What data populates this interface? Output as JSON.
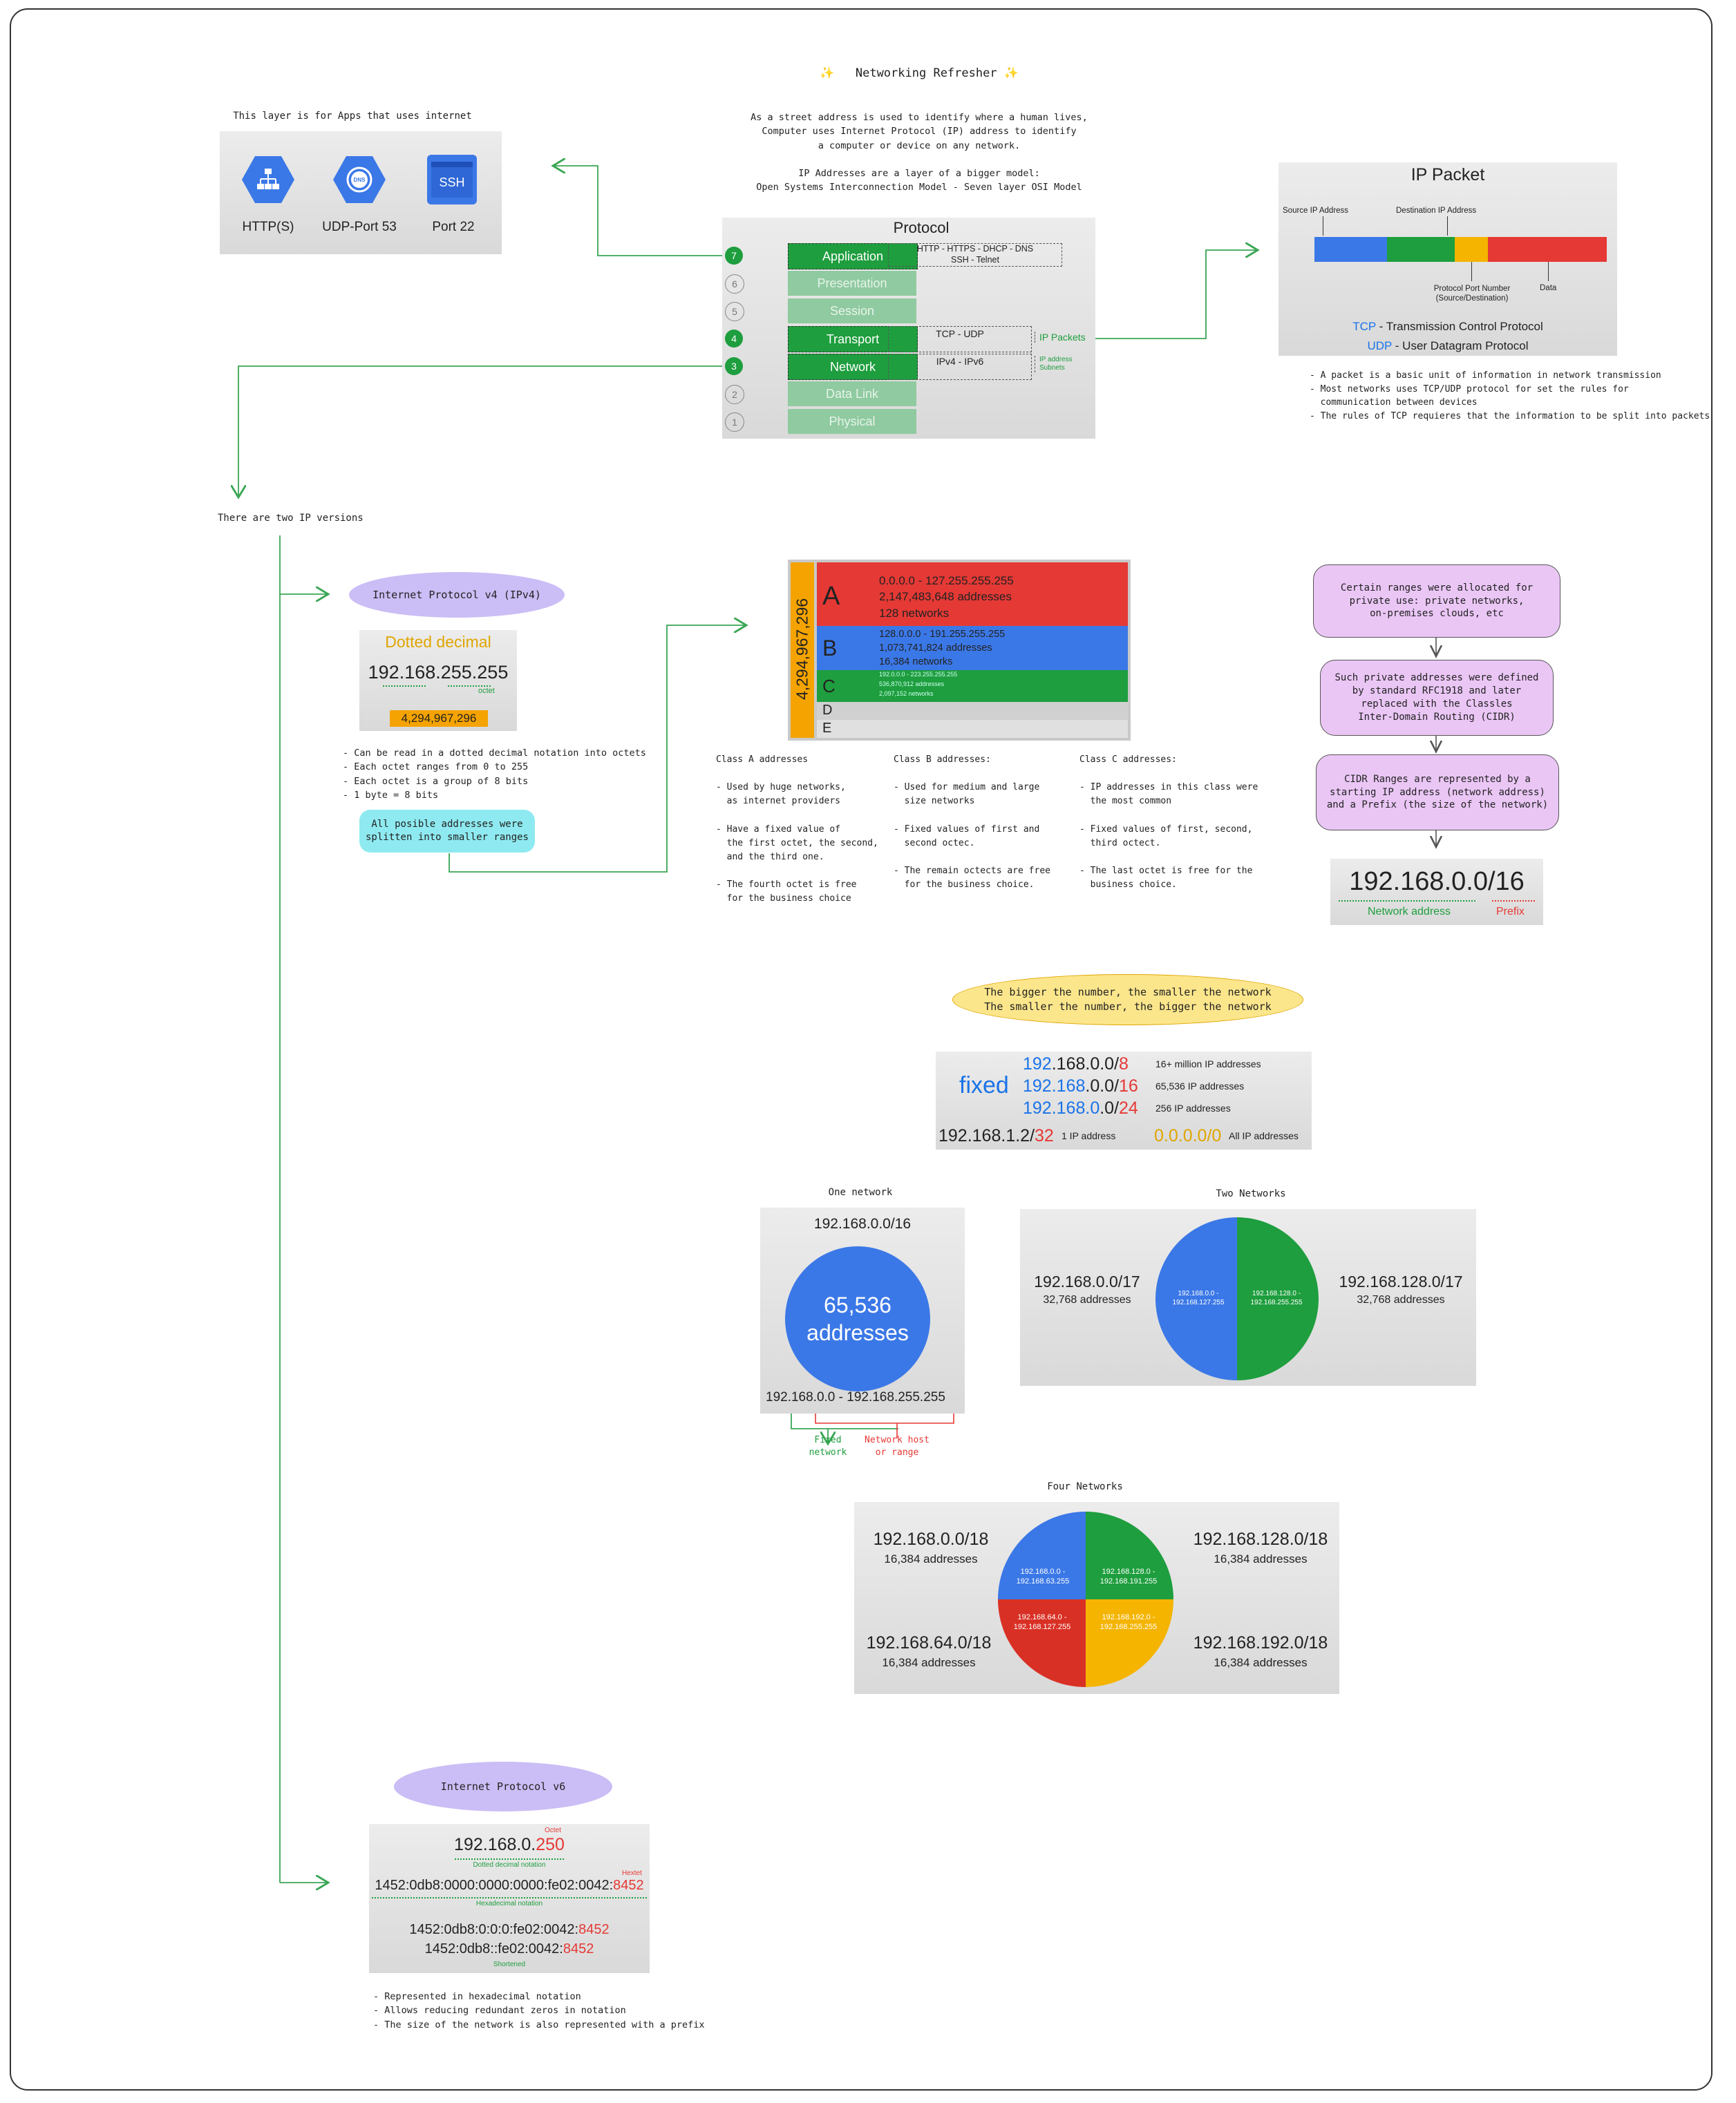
{
  "title": "✨   Networking Refresher ✨",
  "intro": "As a street address is used to identify where a human lives,\nComputer uses Internet Protocol (IP) address to identify\na computer or device on any network.\n\nIP Addresses are a layer of a bigger model:\nOpen Systems Interconnection Model - Seven layer OSI Model",
  "apps": {
    "caption": "This layer is for Apps that uses internet",
    "items": [
      {
        "icon": "network-hierarchy-icon",
        "label": "HTTP(S)"
      },
      {
        "icon": "dns-icon",
        "label": "UDP-Port 53",
        "badge": "DNS"
      },
      {
        "icon": "ssh-icon",
        "label": "Port 22",
        "badge": "SSH"
      }
    ]
  },
  "osi": {
    "title": "Protocol",
    "layers": [
      {
        "num": "7",
        "name": "Application",
        "active": true,
        "desc": "HTTP - HTTPS - DHCP - DNS\nSSH - Telnet"
      },
      {
        "num": "6",
        "name": "Presentation",
        "active": false,
        "desc": ""
      },
      {
        "num": "5",
        "name": "Session",
        "active": false,
        "desc": ""
      },
      {
        "num": "4",
        "name": "Transport",
        "active": true,
        "desc": "TCP - UDP",
        "side": "IP Packets"
      },
      {
        "num": "3",
        "name": "Network",
        "active": true,
        "desc": "IPv4 - IPv6",
        "side": "IP address\nSubnets"
      },
      {
        "num": "2",
        "name": "Data Link",
        "active": false,
        "desc": ""
      },
      {
        "num": "1",
        "name": "Physical",
        "active": false,
        "desc": ""
      }
    ]
  },
  "packet": {
    "title": "IP Packet",
    "src": "Source IP Address",
    "dst": "Destination IP Address",
    "port": "Protocol Port Number\n(Source/Destination)",
    "data": "Data",
    "tcp_abbr": "TCP",
    "tcp_rest": " - Transmission Control Protocol",
    "udp_abbr": "UDP",
    "udp_rest": " - User Datagram Protocol",
    "notes": "- A packet is a basic unit of information in network transmission\n- Most networks uses TCP/UDP protocol for set the rules for\n  communication between devices\n- The rules of TCP requieres that the information to be split into packets",
    "colors": {
      "src": "#3b78e7",
      "dst": "#1e9e3e",
      "port": "#f4b400",
      "data": "#e53935"
    }
  },
  "versions_caption": "There are two IP versions",
  "ipv4": {
    "pill": "Internet Protocol v4 (IPv4)",
    "heading": "Dotted decimal",
    "address": "192.168.255.255",
    "octet": "octet",
    "total": "4,294,967,296",
    "notes": "- Can be read in a dotted decimal notation into octets\n- Each octet ranges from 0 to 255\n- Each octet is a group of 8 bits\n- 1 byte = 8 bits",
    "split_note": "All posible addresses were\nsplitten into smaller ranges"
  },
  "classes": {
    "total": "4,294,967,296",
    "rows": [
      {
        "letter": "A",
        "range": "0.0.0.0 - 127.255.255.255",
        "addresses": "2,147,483,648 addresses",
        "networks": "128 networks",
        "color": "#e53935"
      },
      {
        "letter": "B",
        "range": "128.0.0.0 - 191.255.255.255",
        "addresses": "1,073,741,824 addresses",
        "networks": "16,384 networks",
        "color": "#3b78e7"
      },
      {
        "letter": "C",
        "range": "192.0.0.0 - 223.255.255.255",
        "addresses": "536,870,912 addresses",
        "networks": "2,097,152 networks",
        "color": "#1e9e3e"
      },
      {
        "letter": "D",
        "range": "",
        "addresses": "",
        "networks": "",
        "color": "#cfcfcf"
      },
      {
        "letter": "E",
        "range": "",
        "addresses": "",
        "networks": "",
        "color": "#dcdcdc"
      }
    ],
    "class_a": "Class A addresses\n\n- Used by huge networks,\n  as internet providers\n\n- Have a fixed value of\n  the first octet, the second,\n  and the third one.\n\n- The fourth octet is free\n  for the business choice",
    "class_b": "Class B addresses:\n\n- Used for medium and large\n  size networks\n\n- Fixed values of first and\n  second octec.\n\n- The remain octects are free\n  for the business choice.",
    "class_c": "Class C addresses:\n\n- IP addresses in this class were\n  the most common\n\n- Fixed values of first, second,\n  third octect.\n\n- The last octet is free for the\n  business choice."
  },
  "cidr": {
    "steps": [
      "Certain ranges were allocated for\nprivate use: private networks,\non-premises clouds, etc",
      "Such private addresses were defined\nby standard RFC1918 and later\nreplaced with the Classles\nInter-Domain Routing (CIDR)",
      "CIDR Ranges are represented by a\nstarting IP address (network address)\nand a Prefix (the size of the network)"
    ],
    "example": "192.168.0.0/16",
    "network_label": "Network address",
    "prefix_label": "Prefix"
  },
  "rule": "The bigger the number, the smaller the network\nThe smaller the number, the bigger the network",
  "prefix_table": {
    "fixed": "fixed",
    "rows": [
      {
        "fixed": "192",
        "rest": ".168.0.0/",
        "prefix": "8",
        "desc": "16+ million IP addresses"
      },
      {
        "fixed": "192.168",
        "rest": ".0.0/",
        "prefix": "16",
        "desc": "65,536 IP addresses"
      },
      {
        "fixed": "192.168.0",
        "rest": ".0/",
        "prefix": "24",
        "desc": "256 IP addresses"
      }
    ],
    "single": "192.168.1.2/",
    "single_prefix": "32",
    "single_desc": "1 IP address",
    "all": "0.0.0.0/0",
    "all_desc": "All IP addresses"
  },
  "one_network": {
    "caption": "One network",
    "cidr": "192.168.0.0/16",
    "count": "65,536\naddresses",
    "range_start": "192.168.0.0 - ",
    "range_end": "192.168.255.255",
    "fixed_label": "Fixed\nnetwork",
    "host_label": "Network host\nor range"
  },
  "two_networks": {
    "caption": "Two Networks",
    "left_cidr": "192.168.0.0/17",
    "left_count": "32,768 addresses",
    "right_cidr": "192.168.128.0/17",
    "right_count": "32,768 addresses",
    "left_range": "192.168.0.0 -\n192.168.127.255",
    "right_range": "192.168.128.0 -\n192.168.255.255"
  },
  "four_networks": {
    "caption": "Four Networks",
    "quads": [
      {
        "cidr": "192.168.0.0/18",
        "count": "16,384 addresses",
        "range": "192.168.0.0 -\n192.168.63.255",
        "color": "#3b78e7"
      },
      {
        "cidr": "192.168.128.0/18",
        "count": "16,384 addresses",
        "range": "192.168.128.0 -\n192.168.191.255",
        "color": "#1e9e3e"
      },
      {
        "cidr": "192.168.64.0/18",
        "count": "16,384 addresses",
        "range": "192.168.64.0 -\n192.168.127.255",
        "color": "#d93025"
      },
      {
        "cidr": "192.168.192.0/18",
        "count": "16,384 addresses",
        "range": "192.168.192.0 -\n192.168.255.255",
        "color": "#f4b400"
      }
    ]
  },
  "ipv6": {
    "pill": "Internet Protocol v6",
    "octet_label": "Octet",
    "v4_prefix": "192.168.0.",
    "v4_last": "250",
    "dotted_label": "Dotted decimal notation",
    "hextet_label": "Hextet",
    "v6_prefix": "1452:0db8:0000:0000:0000:fe02:0042:",
    "v6_last": "8452",
    "hex_label": "Hexadecimal notation",
    "short1_prefix": "1452:0db8:0:0:0:fe02:0042:",
    "short1_last": "8452",
    "short2_prefix": "1452:0db8::fe02:0042:",
    "short2_last": "8452",
    "shortened_label": "Shortened",
    "notes": "- Represented in hexadecimal notation\n- Allows reducing redundant zeros in notation\n- The size of the network is also represented with a prefix"
  }
}
